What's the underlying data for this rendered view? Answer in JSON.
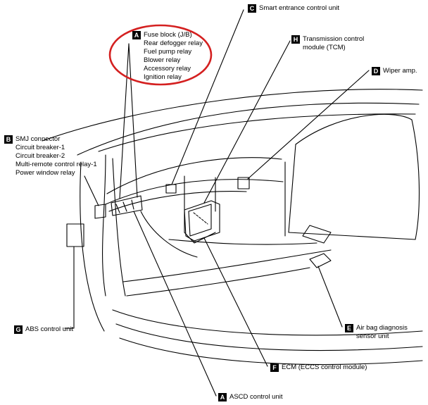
{
  "callouts": {
    "A_top": {
      "badge": "A",
      "lines": [
        "Fuse block (J/B)",
        "Rear defogger relay",
        "Fuel pump relay",
        "Blower  relay",
        "Accessory relay",
        "Ignition relay"
      ]
    },
    "B": {
      "badge": "B",
      "lines": [
        "SMJ connector",
        "Circuit breaker-1",
        "Circuit breaker-2",
        "Multi-remote control relay-1",
        "Power window relay"
      ]
    },
    "C": {
      "badge": "C",
      "lines": [
        "Smart entrance control unit"
      ]
    },
    "H": {
      "badge": "H",
      "lines": [
        "Transmission control",
        "module (TCM)"
      ]
    },
    "D": {
      "badge": "D",
      "lines": [
        "Wiper amp."
      ]
    },
    "G": {
      "badge": "G",
      "lines": [
        "ABS control unit"
      ]
    },
    "E": {
      "badge": "E",
      "lines": [
        "Air bag diagnosis",
        "sensor unit"
      ]
    },
    "F": {
      "badge": "F",
      "lines": [
        "ECM (ECCS control module)"
      ]
    },
    "A_bottom": {
      "badge": "A",
      "lines": [
        "ASCD control unit"
      ]
    }
  },
  "colors": {
    "line": "#000000",
    "highlight": "#d42020",
    "background": "#ffffff"
  }
}
